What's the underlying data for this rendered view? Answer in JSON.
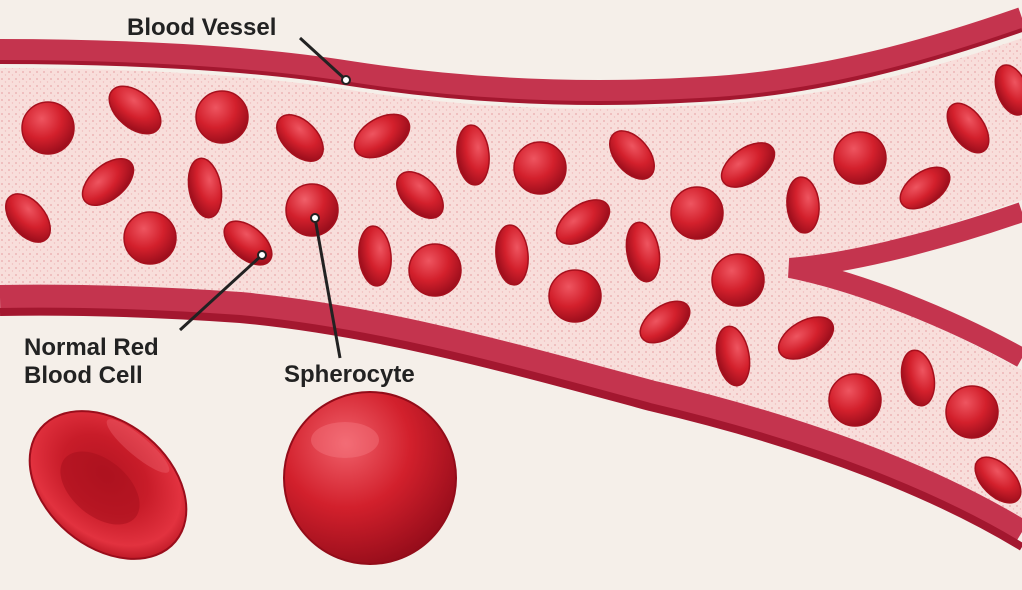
{
  "labels": {
    "blood_vessel": "Blood Vessel",
    "normal_red_line1": "Normal Red",
    "normal_red_line2": "Blood Cell",
    "spherocyte": "Spherocyte"
  },
  "colors": {
    "background": "#f5efe9",
    "vessel_wall": "#c4344e",
    "vessel_wall_dark": "#a3172f",
    "plasma": "#f7d9d6",
    "cell": "#d3202c",
    "label_text": "#222222"
  },
  "icons": {
    "normal_cell": "biconcave-disc",
    "spherocyte": "sphere"
  }
}
